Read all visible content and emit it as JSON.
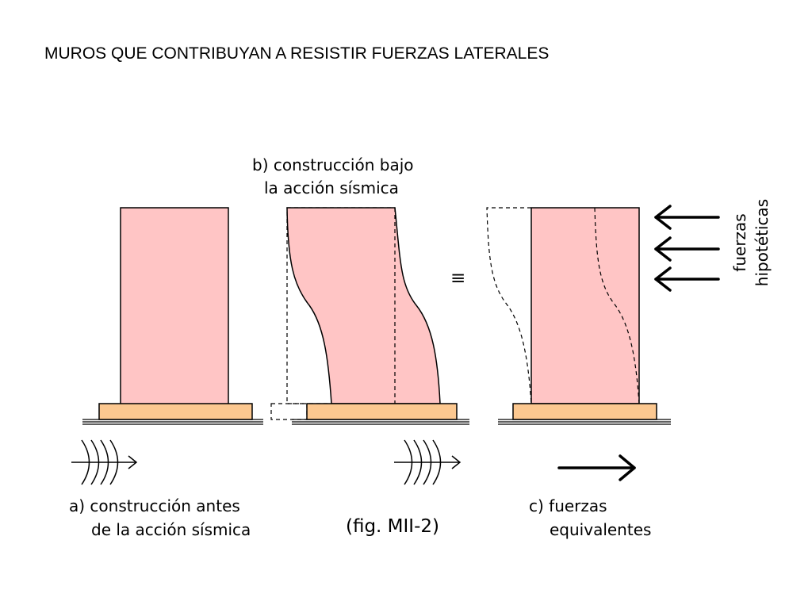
{
  "title": "MUROS QUE CONTRIBUYAN A RESISTIR FUERZAS LATERALES",
  "panel_a": {
    "caption_line1": "a) construcción antes",
    "caption_line2": "de la acción sísmica",
    "icon": "seismic-wave-icon"
  },
  "panel_b": {
    "caption_line1": "b) construcción bajo",
    "caption_line2": "la acción sísmica",
    "icon": "seismic-wave-icon"
  },
  "panel_c": {
    "caption_line1": "c) fuerzas",
    "caption_line2": "equivalentes",
    "side_label_line1": "fuerzas",
    "side_label_line2": "hipotéticas",
    "icon": "arrow-right-icon"
  },
  "equivalence_symbol": "≡",
  "figure_label": "(fig. MII-2)",
  "colors": {
    "wall_fill": "#ffc5c5",
    "footing_fill": "#fcc890",
    "stroke": "#000000"
  }
}
